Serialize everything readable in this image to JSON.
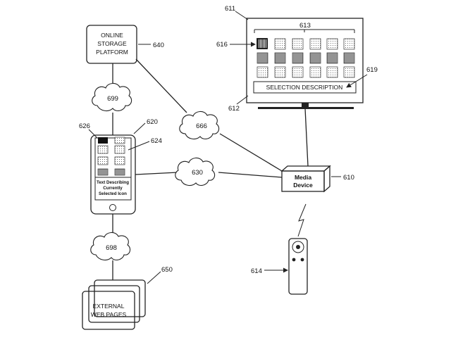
{
  "online_storage": {
    "line1": "ONLINE",
    "line2": "STORAGE",
    "line3": "PLATFORM",
    "ref": "640"
  },
  "external_pages": {
    "line1": "EXTERNAL",
    "line2": "WEB PAGES",
    "ref": "650"
  },
  "media_device": {
    "line1": "Media",
    "line2": "Device",
    "ref": "610"
  },
  "clouds": {
    "c699": "699",
    "c666": "666",
    "c630": "630",
    "c698": "698"
  },
  "phone": {
    "text_line1": "Text Describing",
    "text_line2": "Currently",
    "text_line3": "Selected Icon",
    "ref_phone": "620",
    "ref_screen": "624",
    "ref_icon": "626"
  },
  "tv": {
    "ref_outer": "611",
    "ref_frame": "612",
    "ref_grid": "613",
    "ref_selected": "616",
    "ref_description": "619",
    "selection_description": "SELECTION DESCRIPTION"
  },
  "remote": {
    "ref": "614"
  }
}
